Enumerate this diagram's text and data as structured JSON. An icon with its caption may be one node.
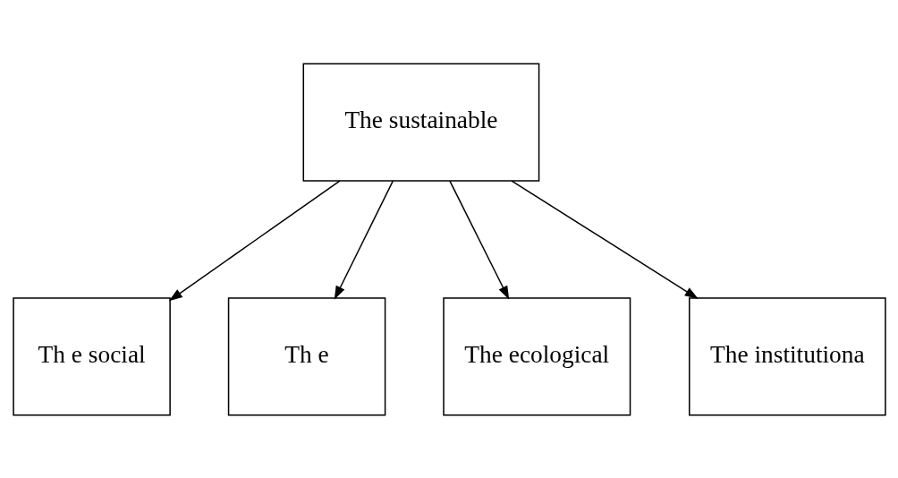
{
  "diagram": {
    "nodes": [
      {
        "text": [
          "The sustainable"
        ]
      },
      {
        "text": [
          "Th e social"
        ]
      },
      {
        "text": [
          "Th e"
        ]
      },
      {
        "text": [
          "The ecological"
        ]
      },
      {
        "text": [
          "The institutiona"
        ]
      }
    ],
    "edges": [
      {
        "from": 0,
        "to": 1,
        "arrow": "to"
      },
      {
        "from": 0,
        "to": 2,
        "arrow": "to"
      },
      {
        "from": 0,
        "to": 3,
        "arrow": "to"
      },
      {
        "from": 0,
        "to": 4,
        "arrow": "to"
      }
    ]
  }
}
